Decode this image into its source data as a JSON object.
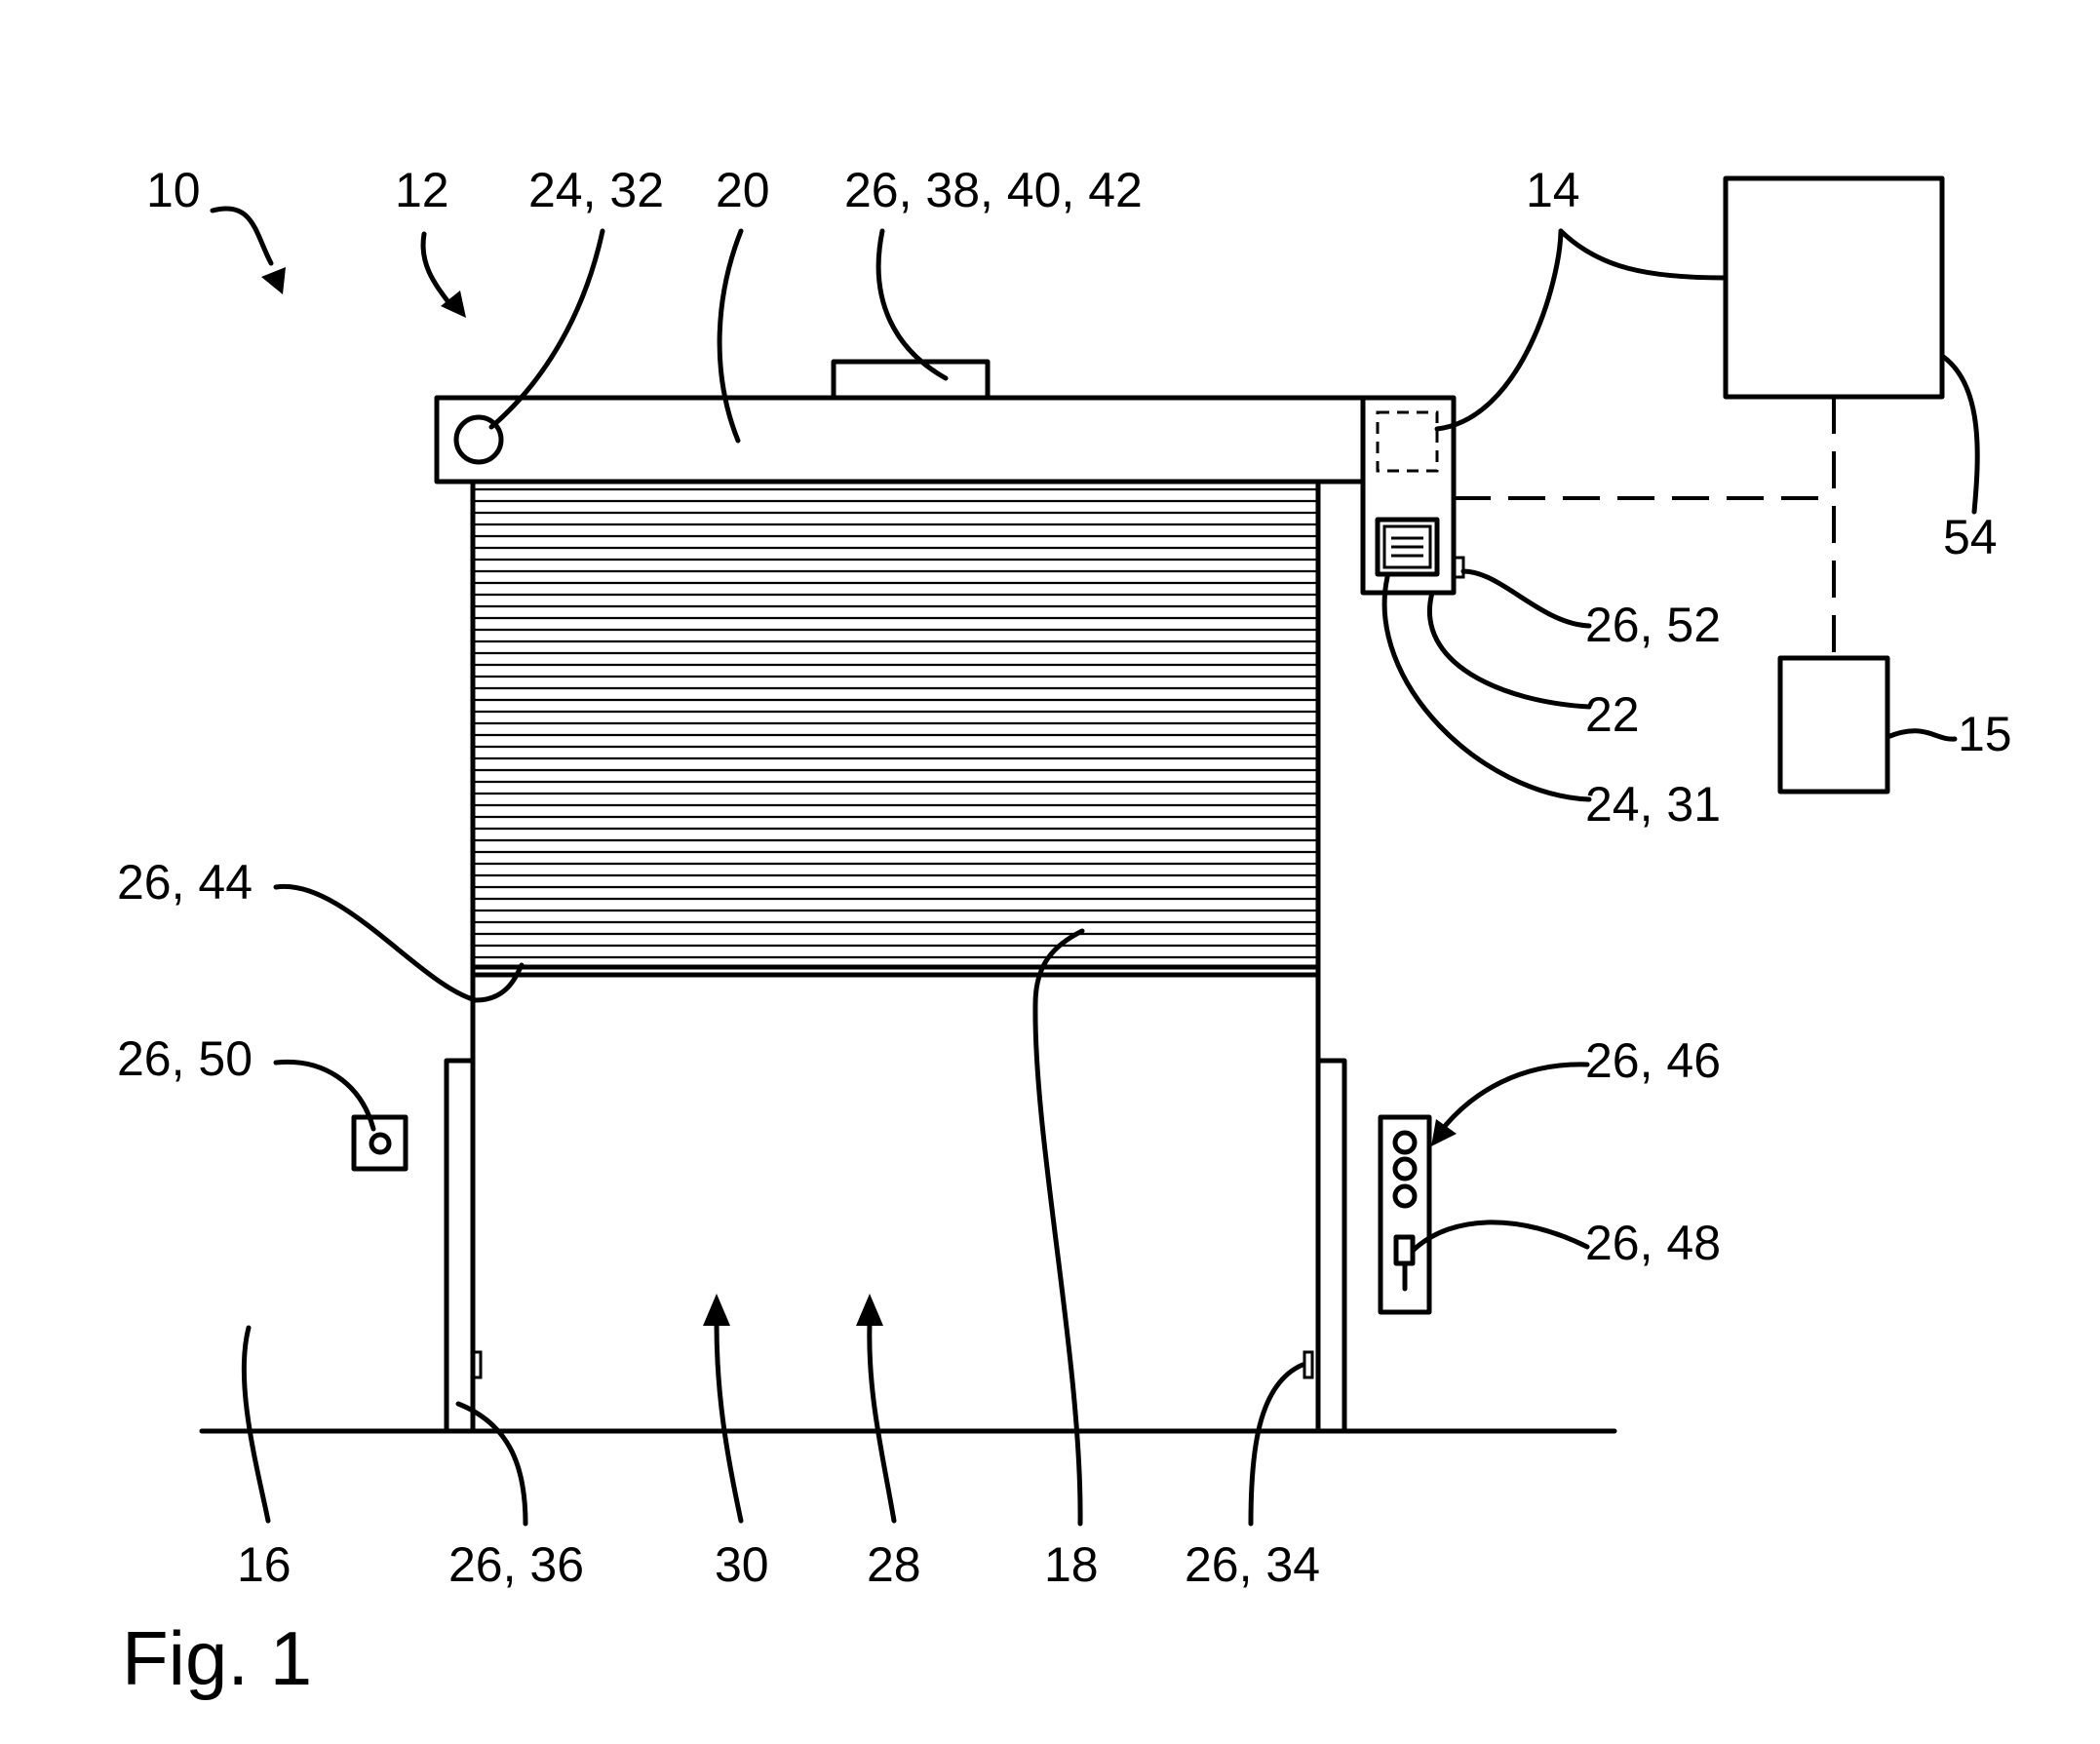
{
  "figure": {
    "caption": "Fig. 1",
    "reference_labels": {
      "system": "10",
      "door": "12",
      "receiver_top": "24, 32",
      "box": "20",
      "top_sensor": "26, 38, 40, 42",
      "controller": "14",
      "remote_unit": "54",
      "side_sensor": "26, 52",
      "drive_unit": "22",
      "display_unit": "24, 31",
      "device": "15",
      "bottom_edge_sensor": "26, 44",
      "wall_sensor": "26, 50",
      "control_panel": "26, 46",
      "key_switch": "26, 48",
      "floor": "16",
      "left_frame_sensor": "26, 36",
      "direction_30": "30",
      "direction_28": "28",
      "curtain": "18",
      "right_frame_sensor": "26, 34"
    }
  }
}
